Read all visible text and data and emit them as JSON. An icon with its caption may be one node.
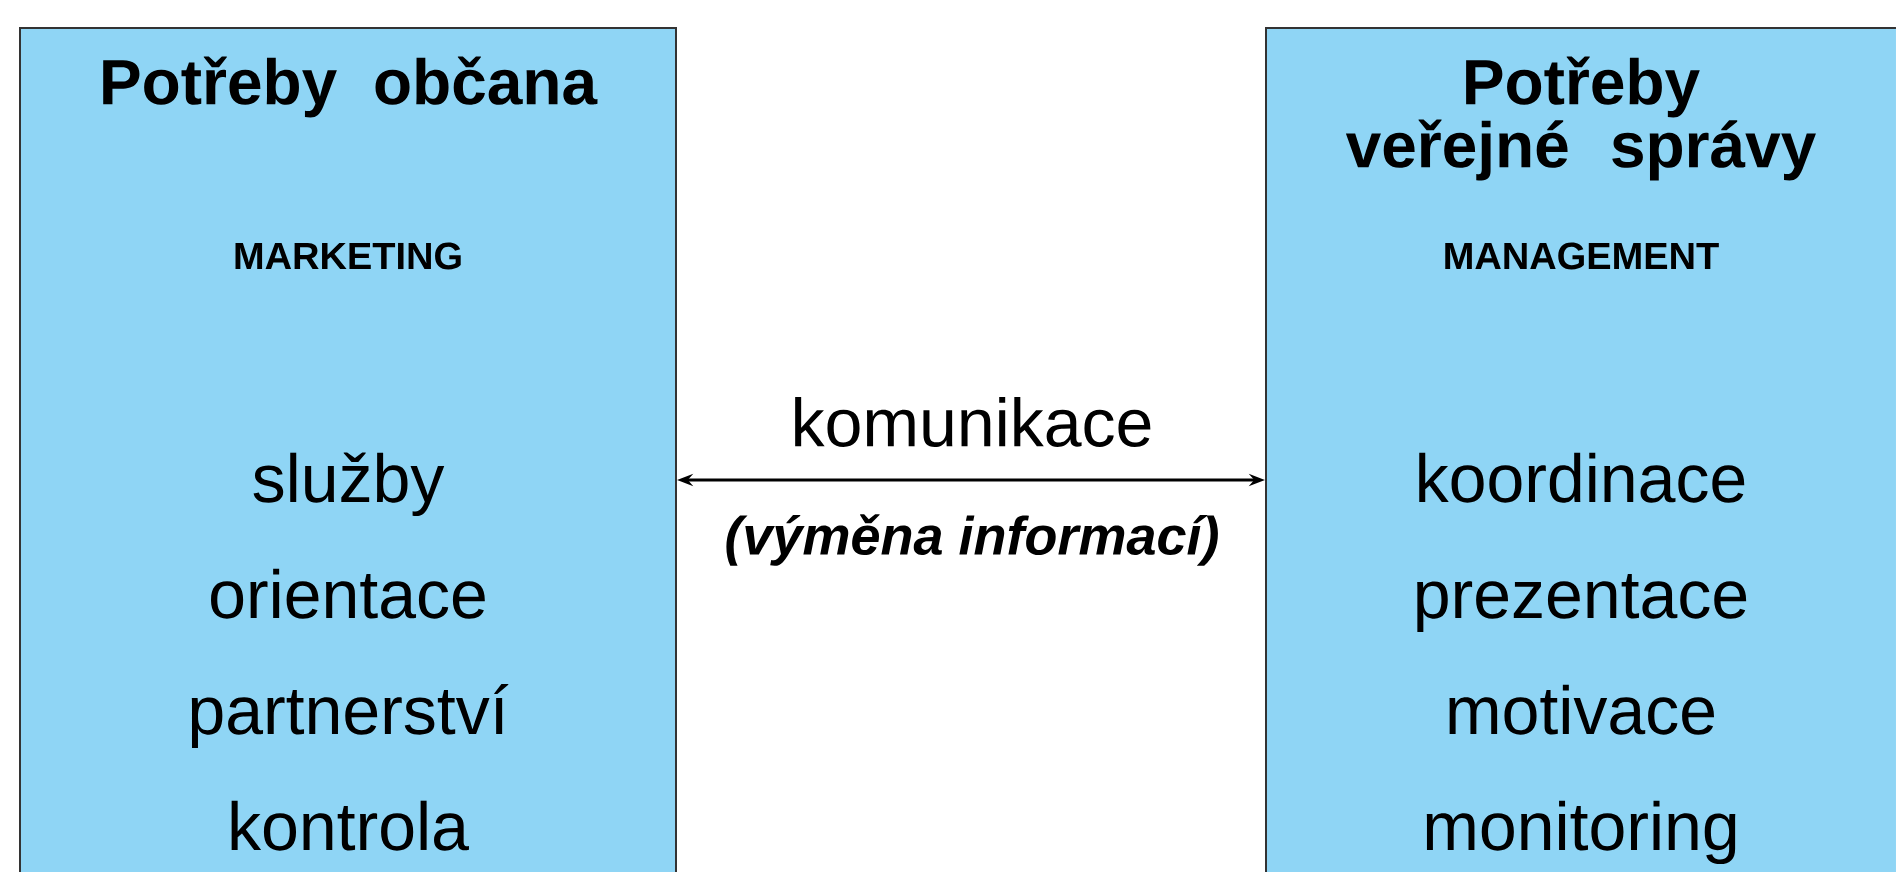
{
  "diagram": {
    "nodes": [
      {
        "text": [
          "Potřeby občana",
          "MARKETING",
          "služby",
          "orientace",
          "partnerství",
          "kontrola"
        ]
      },
      {
        "text": [
          "Potřeby veřejné správy",
          "MANAGEMENT",
          "koordinace",
          "prezentace",
          "motivace",
          "monitoring"
        ]
      }
    ],
    "edges": [
      {
        "from": 0,
        "to": 1,
        "arrow": "both",
        "label": "komunikace"
      }
    ],
    "labels": [
      "(výměna informací)"
    ]
  }
}
